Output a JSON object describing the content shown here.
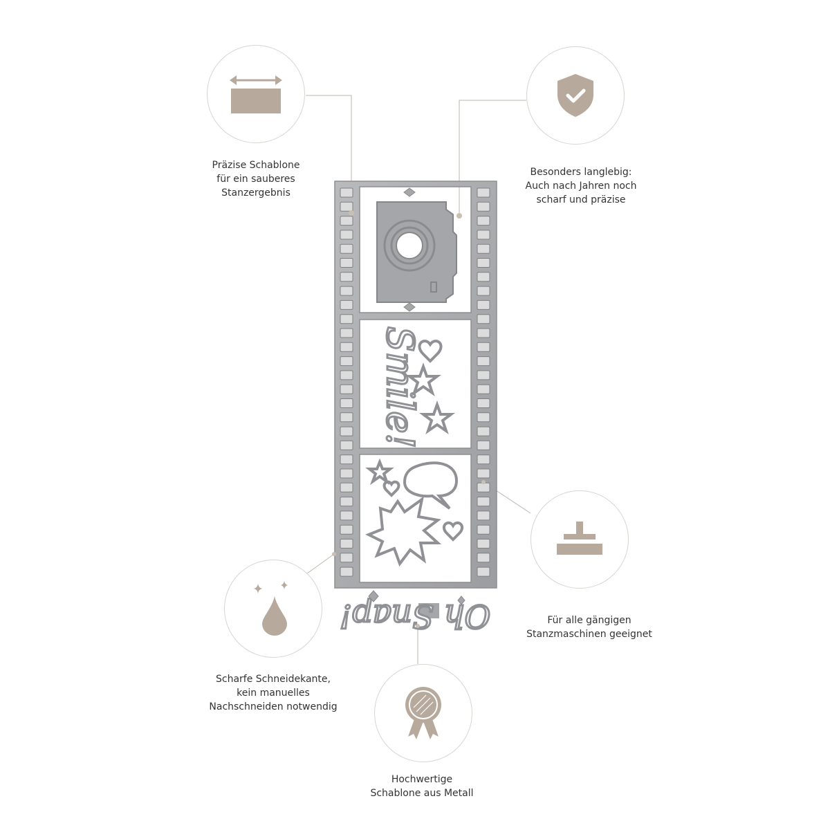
{
  "colors": {
    "icon": "#b7aa9c",
    "circle_border": "#d9d5cf",
    "metal": "#a8a9ab",
    "line": "#b9b3ab"
  },
  "features": [
    {
      "icon": "width-arrow-icon",
      "lines": [
        "Präzise Schablone",
        "für ein sauberes",
        "Stanzergebnis"
      ]
    },
    {
      "icon": "shield-check-icon",
      "lines": [
        "Besonders langlebig:",
        "Auch nach Jahren noch",
        "scharf und präzise"
      ]
    },
    {
      "icon": "press-machine-icon",
      "lines": [
        "Für alle gängigen",
        "Stanzmaschinen geeignet"
      ]
    },
    {
      "icon": "drop-sparkle-icon",
      "lines": [
        "Scharfe Schneidekante,",
        "kein manuelles",
        "Nachschneiden notwendig"
      ]
    },
    {
      "icon": "medal-icon",
      "lines": [
        "Hochwertige",
        "Schablone aus Metall"
      ]
    }
  ],
  "product": {
    "die_words": [
      "Smile!",
      "Oh Snap!"
    ]
  }
}
